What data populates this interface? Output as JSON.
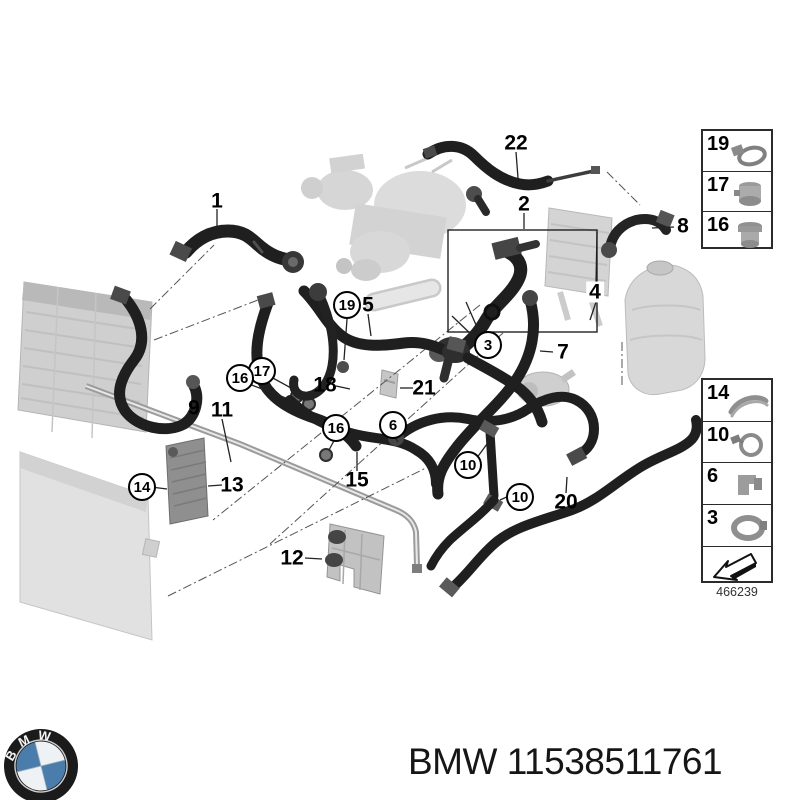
{
  "page": {
    "background_color": "#ffffff"
  },
  "diagram": {
    "drawing_number": "466239",
    "callouts": [
      {
        "text": "1",
        "circled": false
      },
      {
        "text": "22",
        "circled": false
      },
      {
        "text": "2",
        "circled": false
      },
      {
        "text": "8",
        "circled": false
      },
      {
        "text": "4",
        "circled": false
      },
      {
        "text": "5",
        "circled": false
      },
      {
        "text": "19",
        "circled": true
      },
      {
        "text": "17",
        "circled": true
      },
      {
        "text": "16",
        "circled": true
      },
      {
        "text": "18",
        "circled": false
      },
      {
        "text": "21",
        "circled": false
      },
      {
        "text": "9",
        "circled": false
      },
      {
        "text": "11",
        "circled": false
      },
      {
        "text": "6",
        "circled": true
      },
      {
        "text": "16",
        "circled": true
      },
      {
        "text": "10",
        "circled": true
      },
      {
        "text": "13",
        "circled": false
      },
      {
        "text": "14",
        "circled": true
      },
      {
        "text": "15",
        "circled": false
      },
      {
        "text": "10",
        "circled": true
      },
      {
        "text": "20",
        "circled": false
      },
      {
        "text": "12",
        "circled": false
      },
      {
        "text": "7",
        "circled": false
      },
      {
        "text": "3",
        "circled": true
      }
    ],
    "legend_top": {
      "items": [
        {
          "number": "19",
          "icon": "hose-clamp-icon"
        },
        {
          "number": "17",
          "icon": "quick-release-coupling-icon"
        },
        {
          "number": "16",
          "icon": "hose-coupling-icon"
        }
      ]
    },
    "legend_bottom": {
      "items": [
        {
          "number": "14",
          "icon": "holder-bracket-icon"
        },
        {
          "number": "10",
          "icon": "hose-clamp-icon"
        },
        {
          "number": "6",
          "icon": "retaining-clip-icon"
        },
        {
          "number": "3",
          "icon": "band-clamp-icon"
        }
      ],
      "direction_arrow_icon": "direction-arrow-icon"
    }
  },
  "footer": {
    "brand": "BMW",
    "part_number": "11538511761",
    "logo_letters": "BMW",
    "logo_colors": {
      "ring": "#1b1b1b",
      "blue": "#4a7dab",
      "white": "#eef2f4"
    }
  }
}
